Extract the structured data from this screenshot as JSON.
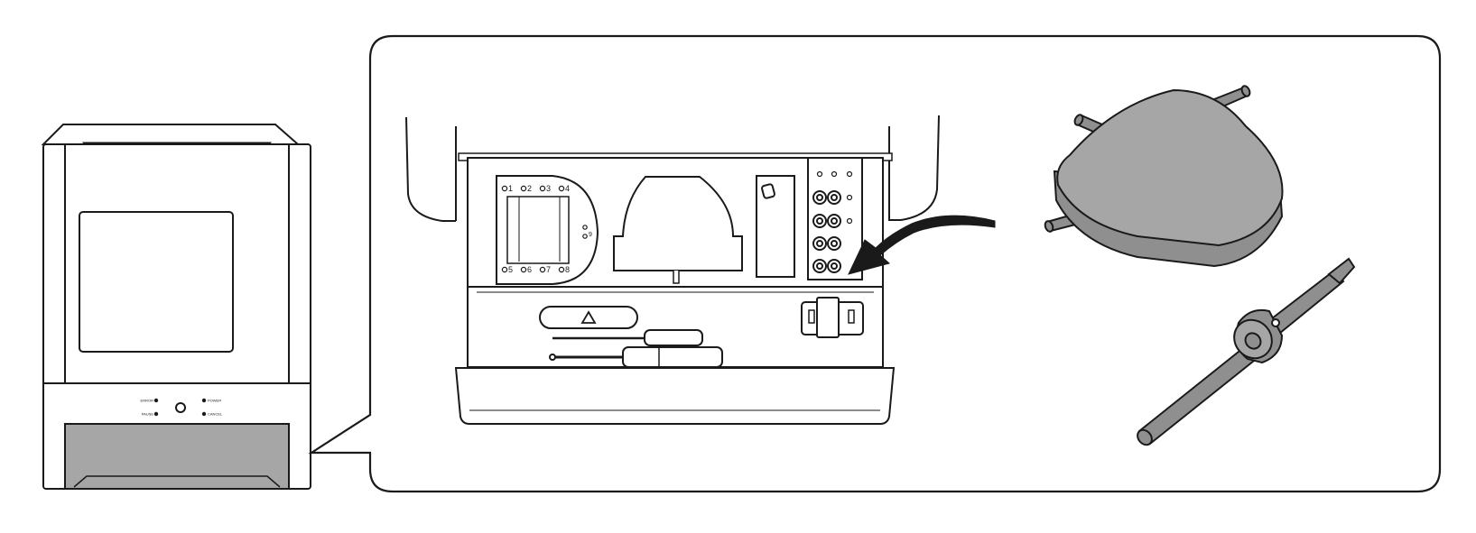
{
  "machine": {
    "leds": {
      "error": "ERROR",
      "pause": "PAUSE",
      "power": "POWER",
      "cancel": "CANCEL"
    }
  },
  "tool_tray": {
    "slot_numbers_top": [
      "1",
      "2",
      "3",
      "4"
    ],
    "slot_numbers_bottom": [
      "5",
      "6",
      "7",
      "8"
    ],
    "side_slot_number": "9"
  },
  "colors": {
    "line": "#1a1a1a",
    "fill_light": "#d4d4d4",
    "fill_mid": "#a6a6a6",
    "fill_dark": "#8f8f8f",
    "background": "#ffffff"
  },
  "icons": {
    "arrow": "curved-arrow-icon",
    "tray_handle": "triangle-icon"
  }
}
